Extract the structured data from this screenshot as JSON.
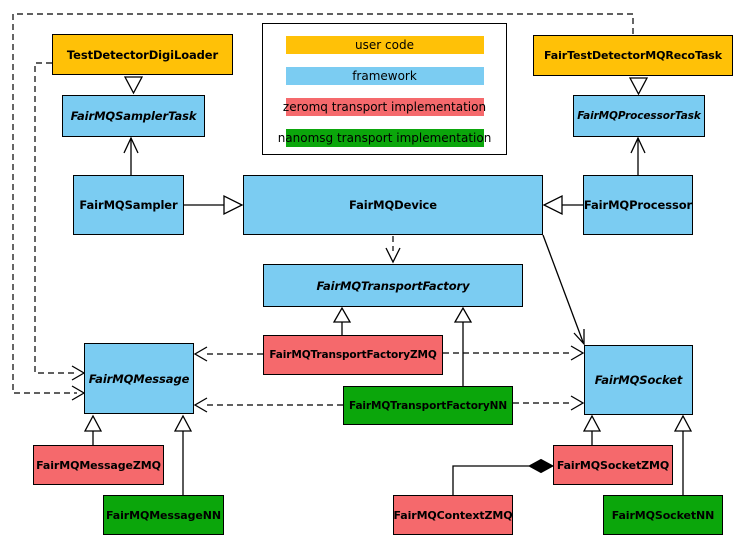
{
  "legend": {
    "items": [
      {
        "label": "user code",
        "type": "user_code"
      },
      {
        "label": "framework",
        "type": "framework"
      },
      {
        "label": "zeromq transport implementation",
        "type": "zeromq"
      },
      {
        "label": "nanomsg transport implementation",
        "type": "nanomsg"
      }
    ]
  },
  "nodes": {
    "digiloader": "TestDetectorDigiLoader",
    "recotask": "FairTestDetectorMQRecoTask",
    "samplertask": "FairMQSamplerTask",
    "processortask": "FairMQProcessorTask",
    "sampler": "FairMQSampler",
    "device": "FairMQDevice",
    "processor": "FairMQProcessor",
    "transportfactory": "FairMQTransportFactory",
    "tfzmq": "FairMQTransportFactoryZMQ",
    "tfnn": "FairMQTransportFactoryNN",
    "message": "FairMQMessage",
    "socket": "FairMQSocket",
    "messagezmq": "FairMQMessageZMQ",
    "messagenn": "FairMQMessageNN",
    "contextzmq": "FairMQContextZMQ",
    "socketzmq": "FairMQSocketZMQ",
    "socketnn": "FairMQSocketNN"
  },
  "colors": {
    "user_code": "#FFC107",
    "framework": "#7BCCF2",
    "zeromq": "#F5696C",
    "nanomsg": "#0BA60B",
    "line": "#000000",
    "background": "#FFFFFF"
  }
}
